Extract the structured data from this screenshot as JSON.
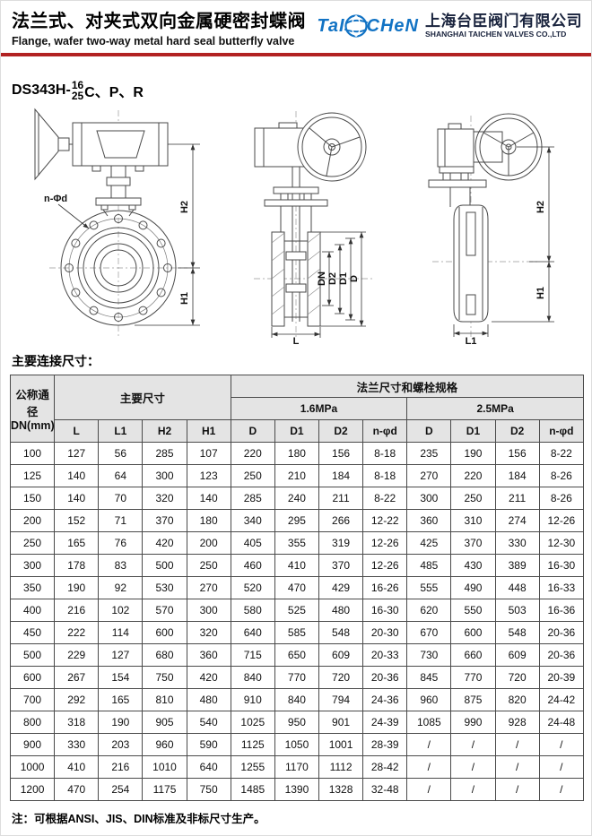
{
  "header": {
    "title_zh": "法兰式、对夹式双向金属硬密封蝶阀",
    "title_en": "Flange, wafer two-way metal hard seal butterfly valve",
    "logo_left": "TaI",
    "logo_right": "CHeN",
    "company_zh": "上海台臣阀门有限公司",
    "company_en": "SHANGHAI TAICHEN VALVES CO.,LTD"
  },
  "model": {
    "prefix": "DS343H-",
    "numerator": "16",
    "denominator": "25",
    "suffix": "C、P、R"
  },
  "drawings": {
    "labels": {
      "n_phi_d": "n-Φd",
      "h2": "H2",
      "h1": "H1",
      "dn": "DN",
      "d2": "D2",
      "d1": "D1",
      "d": "D",
      "l": "L",
      "l1": "L1"
    }
  },
  "table": {
    "section_title": "主要连接尺寸：",
    "header": {
      "dn_line1": "公称通径",
      "dn_line2": "DN(mm)",
      "main_dims": "主要尺寸",
      "flange_group": "法兰尺寸和螺栓规格",
      "p16": "1.6MPa",
      "p25": "2.5MPa",
      "cols": [
        "L",
        "L1",
        "H2",
        "H1",
        "D",
        "D1",
        "D2",
        "n-φd",
        "D",
        "D1",
        "D2",
        "n-φd"
      ]
    },
    "rows": [
      [
        "100",
        "127",
        "56",
        "285",
        "107",
        "220",
        "180",
        "156",
        "8-18",
        "235",
        "190",
        "156",
        "8-22"
      ],
      [
        "125",
        "140",
        "64",
        "300",
        "123",
        "250",
        "210",
        "184",
        "8-18",
        "270",
        "220",
        "184",
        "8-26"
      ],
      [
        "150",
        "140",
        "70",
        "320",
        "140",
        "285",
        "240",
        "211",
        "8-22",
        "300",
        "250",
        "211",
        "8-26"
      ],
      [
        "200",
        "152",
        "71",
        "370",
        "180",
        "340",
        "295",
        "266",
        "12-22",
        "360",
        "310",
        "274",
        "12-26"
      ],
      [
        "250",
        "165",
        "76",
        "420",
        "200",
        "405",
        "355",
        "319",
        "12-26",
        "425",
        "370",
        "330",
        "12-30"
      ],
      [
        "300",
        "178",
        "83",
        "500",
        "250",
        "460",
        "410",
        "370",
        "12-26",
        "485",
        "430",
        "389",
        "16-30"
      ],
      [
        "350",
        "190",
        "92",
        "530",
        "270",
        "520",
        "470",
        "429",
        "16-26",
        "555",
        "490",
        "448",
        "16-33"
      ],
      [
        "400",
        "216",
        "102",
        "570",
        "300",
        "580",
        "525",
        "480",
        "16-30",
        "620",
        "550",
        "503",
        "16-36"
      ],
      [
        "450",
        "222",
        "114",
        "600",
        "320",
        "640",
        "585",
        "548",
        "20-30",
        "670",
        "600",
        "548",
        "20-36"
      ],
      [
        "500",
        "229",
        "127",
        "680",
        "360",
        "715",
        "650",
        "609",
        "20-33",
        "730",
        "660",
        "609",
        "20-36"
      ],
      [
        "600",
        "267",
        "154",
        "750",
        "420",
        "840",
        "770",
        "720",
        "20-36",
        "845",
        "770",
        "720",
        "20-39"
      ],
      [
        "700",
        "292",
        "165",
        "810",
        "480",
        "910",
        "840",
        "794",
        "24-36",
        "960",
        "875",
        "820",
        "24-42"
      ],
      [
        "800",
        "318",
        "190",
        "905",
        "540",
        "1025",
        "950",
        "901",
        "24-39",
        "1085",
        "990",
        "928",
        "24-48"
      ],
      [
        "900",
        "330",
        "203",
        "960",
        "590",
        "1125",
        "1050",
        "1001",
        "28-39",
        "/",
        "/",
        "/",
        "/"
      ],
      [
        "1000",
        "410",
        "216",
        "1010",
        "640",
        "1255",
        "1170",
        "1112",
        "28-42",
        "/",
        "/",
        "/",
        "/"
      ],
      [
        "1200",
        "470",
        "254",
        "1175",
        "750",
        "1485",
        "1390",
        "1328",
        "32-48",
        "/",
        "/",
        "/",
        "/"
      ]
    ]
  },
  "note": "注：可根据ANSI、JIS、DIN标准及非标尺寸生产。",
  "colors": {
    "accent_red": "#b22222",
    "logo_blue": "#1273c4",
    "table_header_bg": "#e4e4e4"
  }
}
